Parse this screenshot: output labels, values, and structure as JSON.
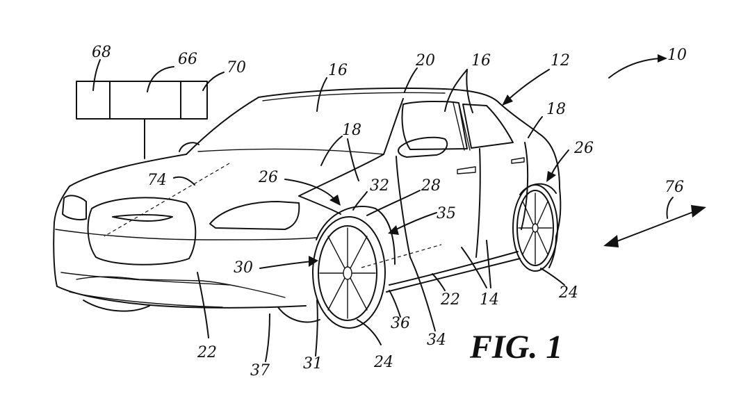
{
  "figure": {
    "caption": "FIG. 1"
  },
  "reference_labels": {
    "system": "10",
    "vehicle": "12",
    "door_a": "14",
    "door_b": "14",
    "window_windshield": "16",
    "window_side": "16",
    "body_panel_hood": "18",
    "body_panel_rear": "18",
    "roof": "20",
    "bumper": "22",
    "rocker": "22",
    "wheel_front": "24",
    "wheel_rear": "24",
    "wheel_well_front": "26",
    "wheel_well_rear": "26",
    "fender": "28",
    "tire": "30",
    "tire_point": "31",
    "fender_edge": "32",
    "sill_line": "34",
    "arch": "35",
    "ground_point": "36",
    "underbody": "37",
    "controller": "66",
    "module_left": "68",
    "module_right": "70",
    "hood_line": "74",
    "direction": "76"
  },
  "icons": {
    "vehicle": "sedan-outline-icon",
    "direction": "double-arrow-icon"
  }
}
